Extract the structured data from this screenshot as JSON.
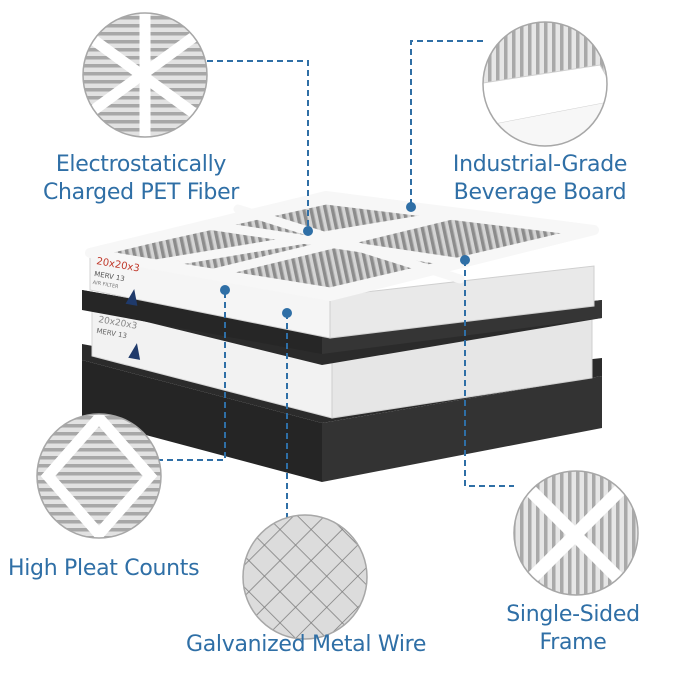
{
  "labels": {
    "pet_fiber": {
      "line1": "Electrostatically",
      "line2": "Charged PET Fiber"
    },
    "beverage_board": {
      "line1": "Industrial-Grade",
      "line2": "Beverage Board"
    },
    "pleat_counts": {
      "line1": "High Pleat Counts"
    },
    "metal_wire": {
      "line1": "Galvanized Metal Wire"
    },
    "frame": {
      "line1": "Single-Sided",
      "line2": "Frame"
    }
  },
  "filter_print": {
    "size": "20x20x3",
    "rating": "MERV 13",
    "sub": "AIR FILTER",
    "size_lower": "20x20x3",
    "rating_lower": "MERV 13"
  },
  "colors": {
    "accent": "#2f6fa6",
    "foam": "#2b2b2b",
    "frame": "#f4f4f4",
    "pleat": "#cfcfcf"
  }
}
